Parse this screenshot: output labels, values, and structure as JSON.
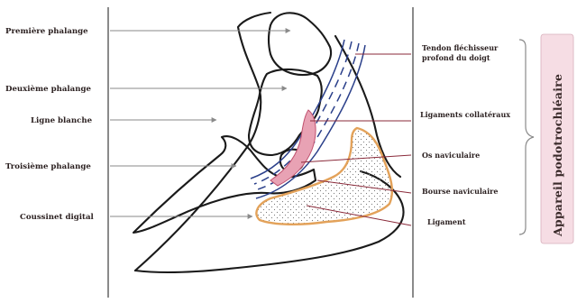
{
  "labels_left": {
    "premiere_phalange": "Première phalange",
    "deuxieme_phalange": "Deuxième phalange",
    "ligne_blanche": "Ligne blanche",
    "troisieme_phalange": "Troisième phalange",
    "coussinet_digital": "Coussinet digital"
  },
  "labels_right": {
    "tendon_line1": "Tendon fléchisseur",
    "tendon_line2": "profond du doigt",
    "ligaments_collateraux": "Ligaments collatéraux",
    "os_naviculaire": "Os naviculaire",
    "bourse_naviculaire": "Bourse naviculaire",
    "ligament": "Ligament"
  },
  "group_label": "Appareil podotrochléaire",
  "colors": {
    "bone_outline": "#1a1a1a",
    "tendon": "#2a3f8a",
    "ligament_fill": "#e8a2b4",
    "ligament_stroke": "#c0506e",
    "bursa_outline": "#e3a25a",
    "pointer_grey": "#8a8a8a",
    "pointer_red": "#8a2a3a",
    "side_panel": "#f6dde4"
  }
}
